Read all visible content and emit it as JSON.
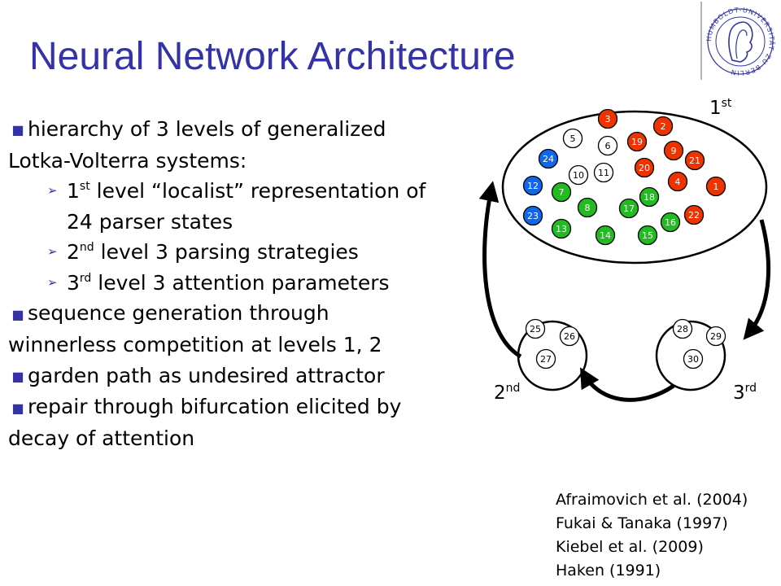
{
  "title": "Neural Network Architecture",
  "logo": {
    "icon": "university-seal-icon",
    "text": "HUMBOLDT-UNIVERSITÄT ZU BERLIN"
  },
  "bullets": [
    {
      "level": 1,
      "text": "hierarchy of 3 levels of generalized Lotka-Volterra systems:"
    },
    {
      "level": 2,
      "num": "1",
      "sup": "st",
      "text": " level “localist” representation of 24 parser states"
    },
    {
      "level": 2,
      "num": "2",
      "sup": "nd",
      "text": " level 3 parsing strategies"
    },
    {
      "level": 2,
      "num": "3",
      "sup": "rd",
      "text": " level 3 attention parameters"
    },
    {
      "level": 1,
      "text": "sequence generation through winnerless competition at levels 1, 2"
    },
    {
      "level": 1,
      "text": "garden path as undesired attractor"
    },
    {
      "level": 1,
      "text": "repair through bifurcation elicited by decay of attention"
    }
  ],
  "diagram": {
    "level_labels": [
      {
        "num": "1",
        "sup": "st"
      },
      {
        "num": "2",
        "sup": "nd"
      },
      {
        "num": "3",
        "sup": "rd"
      }
    ],
    "colors": {
      "red": "#ee3300",
      "green": "#22bb22",
      "blue": "#1166ee",
      "white": "#ffffff"
    },
    "nodes": [
      {
        "id": "1",
        "color": "red"
      },
      {
        "id": "2",
        "color": "red"
      },
      {
        "id": "3",
        "color": "red"
      },
      {
        "id": "4",
        "color": "red"
      },
      {
        "id": "5",
        "color": "white"
      },
      {
        "id": "6",
        "color": "white"
      },
      {
        "id": "7",
        "color": "green"
      },
      {
        "id": "8",
        "color": "green"
      },
      {
        "id": "9",
        "color": "red"
      },
      {
        "id": "10",
        "color": "white"
      },
      {
        "id": "11",
        "color": "white"
      },
      {
        "id": "12",
        "color": "blue"
      },
      {
        "id": "13",
        "color": "green"
      },
      {
        "id": "14",
        "color": "green"
      },
      {
        "id": "15",
        "color": "green"
      },
      {
        "id": "16",
        "color": "green"
      },
      {
        "id": "17",
        "color": "green"
      },
      {
        "id": "18",
        "color": "green"
      },
      {
        "id": "19",
        "color": "red"
      },
      {
        "id": "20",
        "color": "red"
      },
      {
        "id": "21",
        "color": "red"
      },
      {
        "id": "22",
        "color": "red"
      },
      {
        "id": "23",
        "color": "blue"
      },
      {
        "id": "24",
        "color": "blue"
      },
      {
        "id": "25",
        "color": "white"
      },
      {
        "id": "26",
        "color": "white"
      },
      {
        "id": "27",
        "color": "white"
      },
      {
        "id": "28",
        "color": "white"
      },
      {
        "id": "29",
        "color": "white"
      },
      {
        "id": "30",
        "color": "white"
      }
    ]
  },
  "references": [
    "Afraimovich et al. (2004)",
    "Fukai & Tanaka (1997)",
    "Kiebel et al. (2009)",
    "Haken (1991)"
  ]
}
